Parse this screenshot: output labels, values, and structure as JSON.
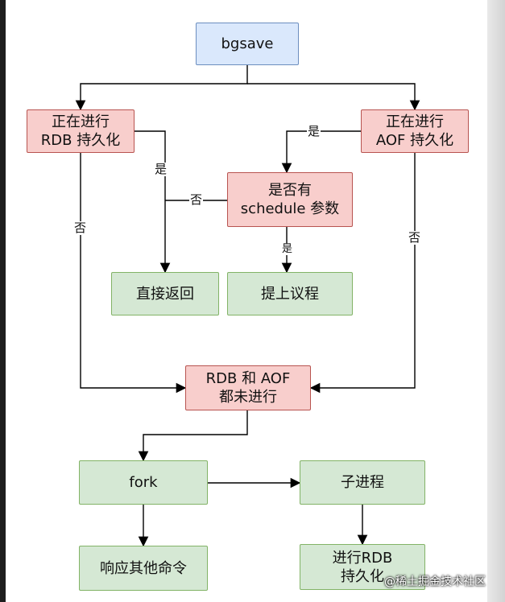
{
  "nodes": {
    "bgsave": "bgsave",
    "rdb_running": "正在进行\nRDB 持久化",
    "aof_running": "正在进行\nAOF 持久化",
    "has_schedule": "是否有\nschedule 参数",
    "return_directly": "直接返回",
    "schedule_it": "提上议程",
    "neither_running": "RDB 和 AOF\n都未进行",
    "fork": "fork",
    "child_process": "子进程",
    "respond_other": "响应其他命令",
    "do_rdb": "进行RDB\n持久化"
  },
  "edge_labels": {
    "aof_yes": "是",
    "rdb_yes": "是",
    "schedule_no": "否",
    "rdb_no": "否",
    "schedule_yes": "是",
    "aof_no": "否"
  },
  "watermark": "@稀土掘金技术社区",
  "colors": {
    "blue_fill": "#dae8fc",
    "blue_stroke": "#6c8ebf",
    "red_fill": "#f8cecc",
    "red_stroke": "#b85450",
    "green_fill": "#d5e8d4",
    "green_stroke": "#82b366"
  }
}
